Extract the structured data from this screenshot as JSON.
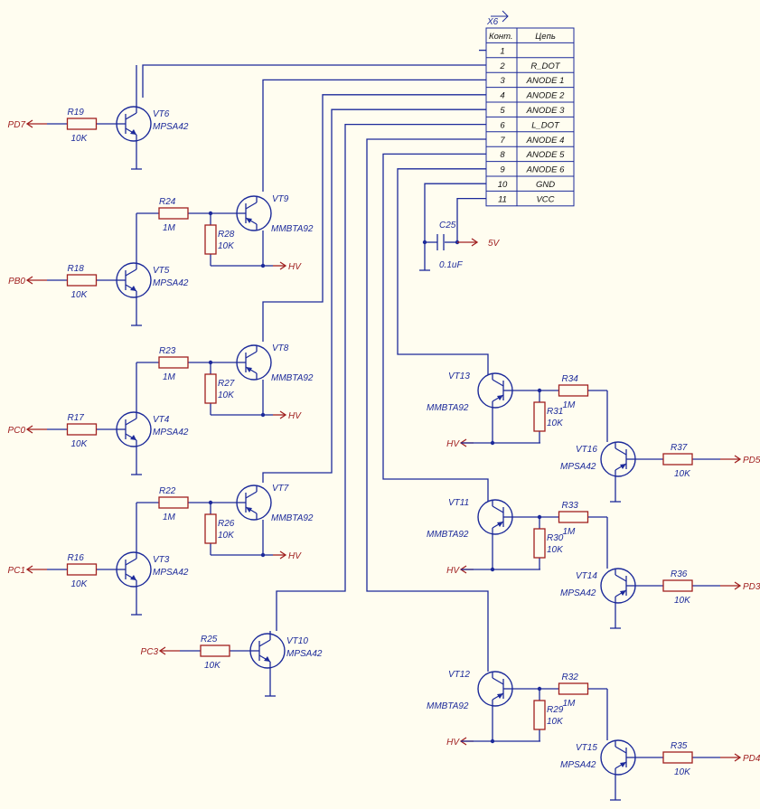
{
  "connector": {
    "ref": "X6",
    "header_pin": "Конт.",
    "header_net": "Цепь",
    "rows": [
      {
        "pin": "1",
        "net": ""
      },
      {
        "pin": "2",
        "net": "R_DOT"
      },
      {
        "pin": "3",
        "net": "ANODE 1"
      },
      {
        "pin": "4",
        "net": "ANODE 2"
      },
      {
        "pin": "5",
        "net": "ANODE 3"
      },
      {
        "pin": "6",
        "net": "L_DOT"
      },
      {
        "pin": "7",
        "net": "ANODE 4"
      },
      {
        "pin": "8",
        "net": "ANODE 5"
      },
      {
        "pin": "9",
        "net": "ANODE 6"
      },
      {
        "pin": "10",
        "net": "GND"
      },
      {
        "pin": "11",
        "net": "VCC"
      }
    ]
  },
  "capacitor": {
    "ref": "C25",
    "value": "0.1uF",
    "net": "5V"
  },
  "net_hv": "HV",
  "left_stages": [
    {
      "npn": "VT6",
      "npn_type": "MPSA42",
      "rb": "R19",
      "rb_val": "10K",
      "port": "PD7"
    },
    {
      "npn": "VT5",
      "npn_type": "MPSA42",
      "rb": "R18",
      "rb_val": "10K",
      "port": "PB0",
      "pnp": "VT9",
      "pnp_type": "MMBTA92",
      "rs": "R24",
      "rs_val": "1M",
      "rp": "R28",
      "rp_val": "10K"
    },
    {
      "npn": "VT4",
      "npn_type": "MPSA42",
      "rb": "R17",
      "rb_val": "10K",
      "port": "PC0",
      "pnp": "VT8",
      "pnp_type": "MMBTA92",
      "rs": "R23",
      "rs_val": "1M",
      "rp": "R27",
      "rp_val": "10K"
    },
    {
      "npn": "VT3",
      "npn_type": "MPSA42",
      "rb": "R16",
      "rb_val": "10K",
      "port": "PC1",
      "pnp": "VT7",
      "pnp_type": "MMBTA92",
      "rs": "R22",
      "rs_val": "1M",
      "rp": "R26",
      "rp_val": "10K"
    },
    {
      "npn": "VT10",
      "npn_type": "MPSA42",
      "rb": "R25",
      "rb_val": "10K",
      "port": "PC3"
    }
  ],
  "right_stages": [
    {
      "pnp": "VT13",
      "pnp_type": "MMBTA92",
      "rs": "R34",
      "rs_val": "1M",
      "rp": "R31",
      "rp_val": "10K",
      "npn": "VT16",
      "npn_type": "MPSA42",
      "rb": "R37",
      "rb_val": "10K",
      "port": "PD5"
    },
    {
      "pnp": "VT11",
      "pnp_type": "MMBTA92",
      "rs": "R33",
      "rs_val": "1M",
      "rp": "R30",
      "rp_val": "10K",
      "npn": "VT14",
      "npn_type": "MPSA42",
      "rb": "R36",
      "rb_val": "10K",
      "port": "PD3"
    },
    {
      "pnp": "VT12",
      "pnp_type": "MMBTA92",
      "rs": "R32",
      "rs_val": "1M",
      "rp": "R29",
      "rp_val": "10K",
      "npn": "VT15",
      "npn_type": "MPSA42",
      "rb": "R35",
      "rb_val": "10K",
      "port": "PD4"
    }
  ]
}
